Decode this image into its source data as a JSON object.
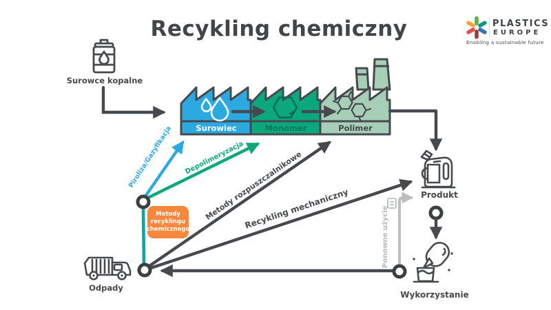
{
  "title": "Recykling chemiczny",
  "logo": {
    "brand_line1": "PLASTICS",
    "brand_line2": "EUROPE",
    "tagline": "Enabling a sustainable future"
  },
  "nodes": {
    "fossil": "Surowce kopalne",
    "waste": "Odpady",
    "product": "Produkt",
    "use": "Wykorzystanie"
  },
  "factory": {
    "stages": [
      {
        "label": "Surowiec",
        "color": "#2CA9E0",
        "label_color": "#FFFFFF"
      },
      {
        "label": "Monomer",
        "color": "#0BA87D",
        "label_color": "#0A7A5C"
      },
      {
        "label": "Polimer",
        "color": "#A7CEB6",
        "label_color": "#45484C"
      }
    ]
  },
  "flows": {
    "pyrolysis": "Piroliza/Gazyfikacja",
    "depolymerization": "Depolimeryzacja",
    "solvent_methods": "Metody rozpuszczalnikowe",
    "mechanical": "Recykling mechaniczny",
    "reuse": "Ponowne użycie"
  },
  "methods_box": {
    "text": "Metody\nrecyklingu\nchemicznego",
    "color": "#F6873C"
  },
  "colors": {
    "dark": "#46494D",
    "blue": "#2CA9E0",
    "green": "#0BA87D",
    "light_green": "#A7CEB6",
    "teal": "#13A2A2",
    "orange": "#F6873C",
    "gray": "#BBBDBE"
  }
}
